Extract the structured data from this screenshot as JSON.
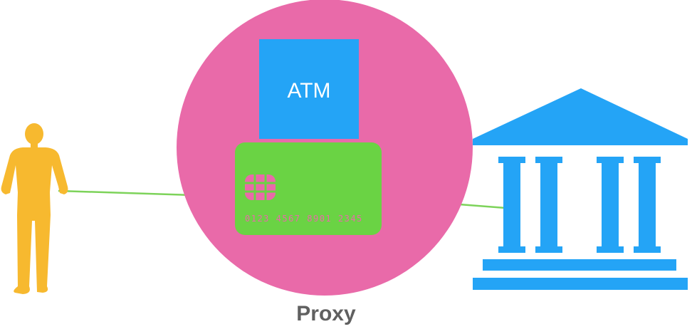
{
  "atm": {
    "label": "ATM"
  },
  "card": {
    "number": "0123 4567 8901 2345"
  },
  "proxy": {
    "label": "Proxy"
  },
  "icons": {
    "person": "person-icon",
    "bank": "bank-icon",
    "chip": "card-chip-icon"
  },
  "colors": {
    "proxy_circle": "#e96aa9",
    "atm_box": "#24a4f6",
    "card": "#6ad344",
    "person": "#f7b92f",
    "bank": "#24a4f6",
    "connection_line": "#7dd35a",
    "label_text": "#606060"
  }
}
